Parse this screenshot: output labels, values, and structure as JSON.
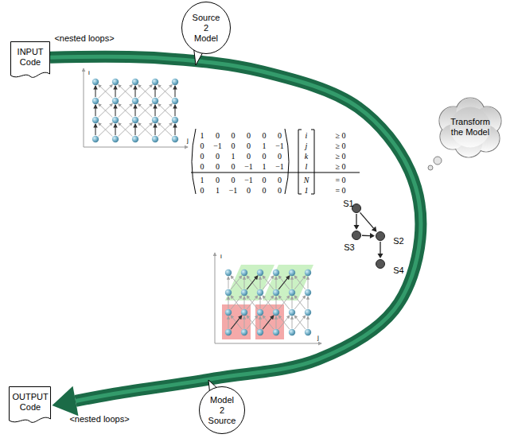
{
  "diagram": {
    "nodes": [
      {
        "text": [
          "INPUT Code"
        ]
      },
      {
        "text": [
          "Source 2 Model"
        ]
      },
      {
        "text": [
          "Transform the Model"
        ]
      },
      {
        "text": [
          "S1"
        ]
      },
      {
        "text": [
          "S3"
        ]
      },
      {
        "text": [
          "S2"
        ]
      },
      {
        "text": [
          "S4"
        ]
      },
      {
        "text": [
          "OUTPUT Code"
        ]
      },
      {
        "text": [
          "Model 2 Source"
        ]
      }
    ],
    "edges": [
      {
        "from": 0,
        "to": 7,
        "arrow": "to"
      },
      {
        "from": 3,
        "to": 4,
        "arrow": "to"
      },
      {
        "from": 3,
        "to": 5,
        "arrow": "to"
      },
      {
        "from": 4,
        "to": 5,
        "arrow": "to"
      },
      {
        "from": 5,
        "to": 6,
        "arrow": "to"
      }
    ],
    "labels": [
      "<nested loops>",
      "i",
      "j",
      "1",
      "0",
      "0",
      "0",
      "0",
      "0",
      "0",
      "−1",
      "0",
      "0",
      "1",
      "−1",
      "0",
      "0",
      "1",
      "0",
      "0",
      "0",
      "0",
      "0",
      "0",
      "−1",
      "1",
      "−1",
      "1",
      "0",
      "0",
      "−1",
      "0",
      "0",
      "0",
      "1",
      "−1",
      "0",
      "0",
      "0",
      "i",
      "j",
      "k",
      "l",
      "N",
      "1",
      "≥ 0",
      "≥ 0",
      "≥ 0",
      "≥ 0",
      "= 0",
      "= 0",
      "i",
      "j",
      "<nested loops>"
    ]
  }
}
